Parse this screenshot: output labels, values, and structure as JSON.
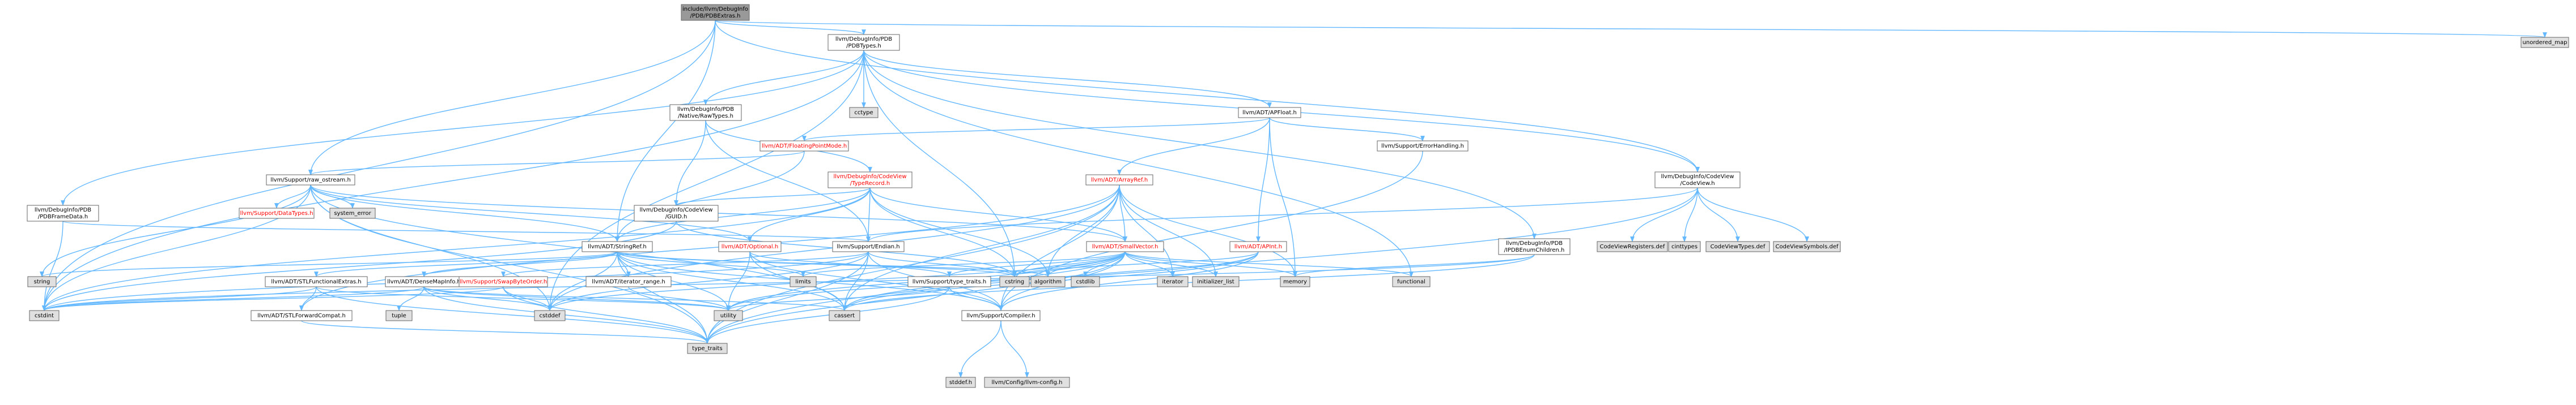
{
  "colors": {
    "edge": "#63b8ff",
    "root_fill": "#999999",
    "node_fill": "#ffffff",
    "external_fill": "#e0e0e0",
    "missing_fill": "#ffffff",
    "missing_stroke": "#ff0000",
    "text_normal": "#000000",
    "text_missing": "#ff0000"
  },
  "nodes": [
    {
      "id": "root",
      "lines": [
        "include/llvm/DebugInfo",
        "/PDB/PDBExtras.h"
      ],
      "kind": "root"
    },
    {
      "id": "pdbtypes",
      "lines": [
        "llvm/DebugInfo/PDB",
        "/PDBTypes.h"
      ],
      "kind": "normal"
    },
    {
      "id": "unordered_map",
      "lines": [
        "unordered_map"
      ],
      "kind": "external"
    },
    {
      "id": "nativerawtypes",
      "lines": [
        "llvm/DebugInfo/PDB",
        "/Native/RawTypes.h"
      ],
      "kind": "normal"
    },
    {
      "id": "cctype",
      "lines": [
        "cctype"
      ],
      "kind": "external"
    },
    {
      "id": "apfloat",
      "lines": [
        "llvm/ADT/APFloat.h"
      ],
      "kind": "normal"
    },
    {
      "id": "floatingpointmode",
      "lines": [
        "llvm/ADT/FloatingPointMode.h"
      ],
      "kind": "missing"
    },
    {
      "id": "typerecord",
      "lines": [
        "llvm/DebugInfo/CodeView",
        "/TypeRecord.h"
      ],
      "kind": "missing"
    },
    {
      "id": "errorhandling",
      "lines": [
        "llvm/Support/ErrorHandling.h"
      ],
      "kind": "normal"
    },
    {
      "id": "rawostream",
      "lines": [
        "llvm/Support/raw_ostream.h"
      ],
      "kind": "normal"
    },
    {
      "id": "guid",
      "lines": [
        "llvm/DebugInfo/CodeView",
        "/GUID.h"
      ],
      "kind": "normal"
    },
    {
      "id": "arrayref",
      "lines": [
        "llvm/ADT/ArrayRef.h"
      ],
      "kind": "missing"
    },
    {
      "id": "codeview",
      "lines": [
        "llvm/DebugInfo/CodeView",
        "/CodeView.h"
      ],
      "kind": "normal"
    },
    {
      "id": "pdbframedata",
      "lines": [
        "llvm/DebugInfo/PDB",
        "/PDBFrameData.h"
      ],
      "kind": "normal"
    },
    {
      "id": "datatypes",
      "lines": [
        "llvm/Support/DataTypes.h"
      ],
      "kind": "missing"
    },
    {
      "id": "system_error",
      "lines": [
        "system_error"
      ],
      "kind": "external"
    },
    {
      "id": "stringref",
      "lines": [
        "llvm/ADT/StringRef.h"
      ],
      "kind": "normal"
    },
    {
      "id": "optional",
      "lines": [
        "llvm/ADT/Optional.h"
      ],
      "kind": "missing"
    },
    {
      "id": "endian",
      "lines": [
        "llvm/Support/Endian.h"
      ],
      "kind": "normal"
    },
    {
      "id": "smallvector",
      "lines": [
        "llvm/ADT/SmallVector.h"
      ],
      "kind": "missing"
    },
    {
      "id": "apint",
      "lines": [
        "llvm/ADT/APInt.h"
      ],
      "kind": "missing"
    },
    {
      "id": "pdbenumchildren",
      "lines": [
        "llvm/DebugInfo/PDB",
        "/IPDBEnumChildren.h"
      ],
      "kind": "normal"
    },
    {
      "id": "cvregisters",
      "lines": [
        "CodeViewRegisters.def"
      ],
      "kind": "external"
    },
    {
      "id": "cinttypes",
      "lines": [
        "cinttypes"
      ],
      "kind": "external"
    },
    {
      "id": "cvtypes",
      "lines": [
        "CodeViewTypes.def"
      ],
      "kind": "external"
    },
    {
      "id": "cvsymbols",
      "lines": [
        "CodeViewSymbols.def"
      ],
      "kind": "external"
    },
    {
      "id": "string",
      "lines": [
        "string"
      ],
      "kind": "external"
    },
    {
      "id": "stlfunctionalextras",
      "lines": [
        "llvm/ADT/STLFunctionalExtras.h"
      ],
      "kind": "normal"
    },
    {
      "id": "densemapinfo",
      "lines": [
        "llvm/ADT/DenseMapInfo.h"
      ],
      "kind": "normal"
    },
    {
      "id": "iteratorrange",
      "lines": [
        "llvm/ADT/iterator_range.h"
      ],
      "kind": "normal"
    },
    {
      "id": "swapbyteorder",
      "lines": [
        "llvm/Support/SwapByteOrder.h"
      ],
      "kind": "missing"
    },
    {
      "id": "limits",
      "lines": [
        "limits"
      ],
      "kind": "external"
    },
    {
      "id": "typetraits_h",
      "lines": [
        "llvm/Support/type_traits.h"
      ],
      "kind": "normal"
    },
    {
      "id": "cstring",
      "lines": [
        "cstring"
      ],
      "kind": "external"
    },
    {
      "id": "algorithm",
      "lines": [
        "algorithm"
      ],
      "kind": "external"
    },
    {
      "id": "cstdlib",
      "lines": [
        "cstdlib"
      ],
      "kind": "external"
    },
    {
      "id": "iterator",
      "lines": [
        "iterator"
      ],
      "kind": "external"
    },
    {
      "id": "initializer_list",
      "lines": [
        "initializer_list"
      ],
      "kind": "external"
    },
    {
      "id": "memory",
      "lines": [
        "memory"
      ],
      "kind": "external"
    },
    {
      "id": "functional",
      "lines": [
        "functional"
      ],
      "kind": "external"
    },
    {
      "id": "cstdint",
      "lines": [
        "cstdint"
      ],
      "kind": "external"
    },
    {
      "id": "stlforwardcompat",
      "lines": [
        "llvm/ADT/STLForwardCompat.h"
      ],
      "kind": "normal"
    },
    {
      "id": "tuple",
      "lines": [
        "tuple"
      ],
      "kind": "external"
    },
    {
      "id": "cstddef",
      "lines": [
        "cstddef"
      ],
      "kind": "external"
    },
    {
      "id": "utility",
      "lines": [
        "utility"
      ],
      "kind": "external"
    },
    {
      "id": "cassert",
      "lines": [
        "cassert"
      ],
      "kind": "external"
    },
    {
      "id": "compiler",
      "lines": [
        "llvm/Support/Compiler.h"
      ],
      "kind": "normal"
    },
    {
      "id": "type_traits",
      "lines": [
        "type_traits"
      ],
      "kind": "external"
    },
    {
      "id": "stddef",
      "lines": [
        "stddef.h"
      ],
      "kind": "external"
    },
    {
      "id": "llvmconfig",
      "lines": [
        "llvm/Config/llvm-config.h"
      ],
      "kind": "external"
    }
  ],
  "edges": [
    [
      "root",
      "pdbtypes"
    ],
    [
      "root",
      "unordered_map"
    ],
    [
      "root",
      "rawostream"
    ],
    [
      "root",
      "stringref"
    ],
    [
      "root",
      "codeview"
    ],
    [
      "root",
      "cstdint"
    ],
    [
      "pdbtypes",
      "nativerawtypes"
    ],
    [
      "pdbtypes",
      "cctype"
    ],
    [
      "pdbtypes",
      "apfloat"
    ],
    [
      "pdbtypes",
      "codeview"
    ],
    [
      "pdbtypes",
      "pdbframedata"
    ],
    [
      "pdbtypes",
      "pdbenumchildren"
    ],
    [
      "pdbtypes",
      "functional"
    ],
    [
      "pdbtypes",
      "cstring"
    ],
    [
      "pdbtypes",
      "cstddef"
    ],
    [
      "pdbtypes",
      "cstdint"
    ],
    [
      "nativerawtypes",
      "guid"
    ],
    [
      "nativerawtypes",
      "typerecord"
    ],
    [
      "nativerawtypes",
      "endian"
    ],
    [
      "apfloat",
      "floatingpointmode"
    ],
    [
      "apfloat",
      "errorhandling"
    ],
    [
      "apfloat",
      "arrayref"
    ],
    [
      "apfloat",
      "apint"
    ],
    [
      "apfloat",
      "memory"
    ],
    [
      "floatingpointmode",
      "rawostream"
    ],
    [
      "floatingpointmode",
      "stringref"
    ],
    [
      "typerecord",
      "apsint"
    ],
    [
      "typerecord",
      "arrayref"
    ],
    [
      "typerecord",
      "optional"
    ],
    [
      "typerecord",
      "smallvector"
    ],
    [
      "typerecord",
      "codeview"
    ],
    [
      "typerecord",
      "guid"
    ],
    [
      "typerecord",
      "endian"
    ],
    [
      "typerecord",
      "algorithm"
    ],
    [
      "typerecord",
      "cstdint"
    ],
    [
      "typerecord",
      "stringref"
    ],
    [
      "typerecord",
      "cstring"
    ],
    [
      "errorhandling",
      "compiler"
    ],
    [
      "rawostream",
      "smallvector"
    ],
    [
      "rawostream",
      "stringref"
    ],
    [
      "rawostream",
      "datatypes"
    ],
    [
      "rawostream",
      "cassert"
    ],
    [
      "rawostream",
      "cstddef"
    ],
    [
      "rawostream",
      "cstdint"
    ],
    [
      "rawostream",
      "string"
    ],
    [
      "rawostream",
      "system_error"
    ],
    [
      "rawostream",
      "type_traits"
    ],
    [
      "rawostream",
      "optional"
    ],
    [
      "guid",
      "cstdint"
    ],
    [
      "guid",
      "cstring"
    ],
    [
      "arrayref",
      "smallvector"
    ],
    [
      "arrayref",
      "stlforwardcompat"
    ],
    [
      "arrayref",
      "compiler"
    ],
    [
      "arrayref",
      "algorithm"
    ],
    [
      "arrayref",
      "cassert"
    ],
    [
      "arrayref",
      "cstddef"
    ],
    [
      "arrayref",
      "initializer_list"
    ],
    [
      "arrayref",
      "iterator"
    ],
    [
      "arrayref",
      "memory"
    ],
    [
      "arrayref",
      "type_traits"
    ],
    [
      "arrayref",
      "vector"
    ],
    [
      "codeview",
      "cinttypes"
    ],
    [
      "codeview",
      "type_traits"
    ],
    [
      "codeview",
      "endian"
    ],
    [
      "codeview",
      "cvregisters"
    ],
    [
      "codeview",
      "cvtypes"
    ],
    [
      "codeview",
      "cvsymbols"
    ],
    [
      "pdbframedata",
      "endian"
    ],
    [
      "pdbframedata",
      "cstdint"
    ],
    [
      "stringref",
      "densemapinfo"
    ],
    [
      "stringref",
      "stlfunctionalextras"
    ],
    [
      "stringref",
      "iteratorrange"
    ],
    [
      "stringref",
      "compiler"
    ],
    [
      "stringref",
      "algorithm"
    ],
    [
      "stringref",
      "cassert"
    ],
    [
      "stringref",
      "cstddef"
    ],
    [
      "stringref",
      "cstring"
    ],
    [
      "stringref",
      "limits"
    ],
    [
      "stringref",
      "string"
    ],
    [
      "stringref",
      "type_traits"
    ],
    [
      "stringref",
      "utility"
    ],
    [
      "optional",
      "compiler"
    ],
    [
      "optional",
      "typetraits_h"
    ],
    [
      "optional",
      "cassert"
    ],
    [
      "optional",
      "new"
    ],
    [
      "optional",
      "utility"
    ],
    [
      "endian",
      "compiler"
    ],
    [
      "endian",
      "swapbyteorder"
    ],
    [
      "endian",
      "cassert"
    ],
    [
      "endian",
      "cstddef"
    ],
    [
      "endian",
      "cstdint"
    ],
    [
      "endian",
      "cstring"
    ],
    [
      "endian",
      "type_traits"
    ],
    [
      "smallvector",
      "compiler"
    ],
    [
      "smallvector",
      "typetraits_h"
    ],
    [
      "smallvector",
      "algorithm"
    ],
    [
      "smallvector",
      "cassert"
    ],
    [
      "smallvector",
      "cstddef"
    ],
    [
      "smallvector",
      "cstdlib"
    ],
    [
      "smallvector",
      "cstring"
    ],
    [
      "smallvector",
      "functional"
    ],
    [
      "smallvector",
      "initializer_list"
    ],
    [
      "smallvector",
      "iterator"
    ],
    [
      "smallvector",
      "limits"
    ],
    [
      "smallvector",
      "memory"
    ],
    [
      "smallvector",
      "new"
    ],
    [
      "smallvector",
      "type_traits"
    ],
    [
      "smallvector",
      "utility"
    ],
    [
      "apint",
      "compiler"
    ],
    [
      "apint",
      "cassert"
    ],
    [
      "apint",
      "climits"
    ],
    [
      "apint",
      "cstring"
    ],
    [
      "apint",
      "utility"
    ],
    [
      "pdbenumchildren",
      "cassert"
    ],
    [
      "pdbenumchildren",
      "cstdint"
    ],
    [
      "pdbenumchildren",
      "memory"
    ],
    [
      "stlfunctionalextras",
      "stlforwardcompat"
    ],
    [
      "stlfunctionalextras",
      "cstdint"
    ],
    [
      "stlfunctionalextras",
      "type_traits"
    ],
    [
      "stlfunctionalextras",
      "utility"
    ],
    [
      "densemapinfo",
      "cassert"
    ],
    [
      "densemapinfo",
      "cstddef"
    ],
    [
      "densemapinfo",
      "cstdint"
    ],
    [
      "densemapinfo",
      "tuple"
    ],
    [
      "densemapinfo",
      "type_traits"
    ],
    [
      "densemapinfo",
      "utility"
    ],
    [
      "iteratorrange",
      "utility"
    ],
    [
      "swapbyteorder",
      "cstddef"
    ],
    [
      "swapbyteorder",
      "cstdint"
    ],
    [
      "swapbyteorder",
      "type_traits"
    ],
    [
      "typetraits_h",
      "compiler"
    ],
    [
      "typetraits_h",
      "type_traits"
    ],
    [
      "typetraits_h",
      "utility"
    ],
    [
      "stlforwardcompat",
      "type_traits"
    ],
    [
      "compiler",
      "stddef"
    ],
    [
      "compiler",
      "llvmconfig"
    ]
  ]
}
